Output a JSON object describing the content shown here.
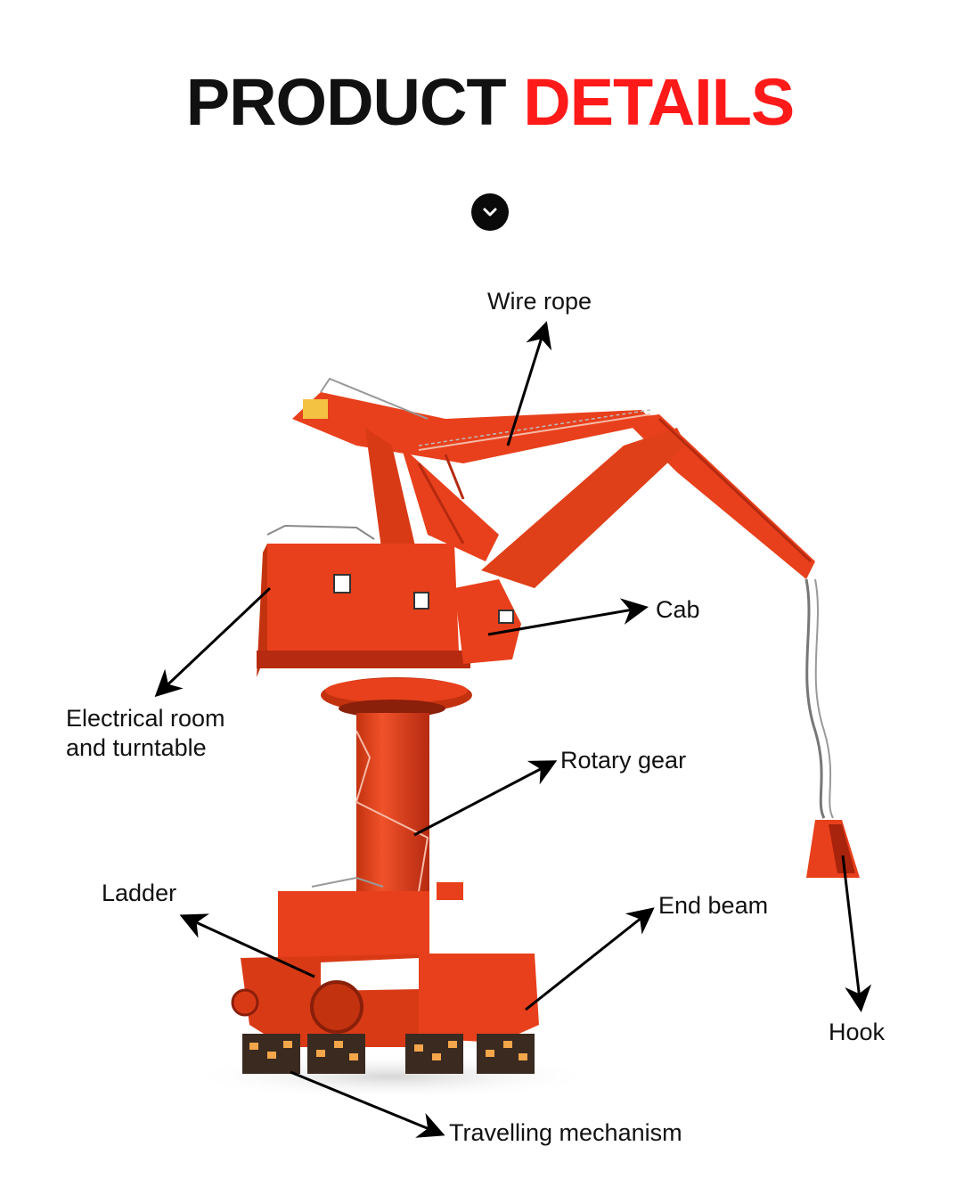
{
  "header": {
    "title_part1": "PRODUCT",
    "title_part2": "DETAILS",
    "title_color_primary": "#111111",
    "title_color_accent": "#ff1a1a"
  },
  "scroll_indicator": {
    "icon": "chevron-down-icon"
  },
  "crane": {
    "body_color": "#e8401c",
    "shadow_color": "#b52a10",
    "accent_color": "#ff5a2c"
  },
  "labels": {
    "wire_rope": "Wire rope",
    "cab": "Cab",
    "electrical_room_line1": "Electrical room",
    "electrical_room_line2": "and turntable",
    "rotary_gear": "Rotary gear",
    "ladder": "Ladder",
    "end_beam": "End beam",
    "hook": "Hook",
    "travelling_mechanism": "Travelling mechanism"
  }
}
